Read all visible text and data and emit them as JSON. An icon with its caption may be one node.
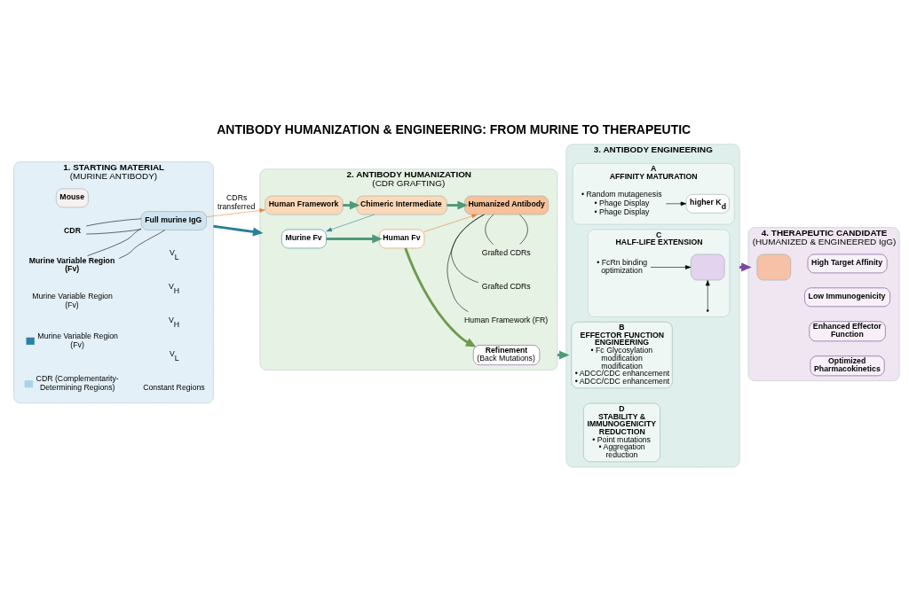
{
  "diagram": {
    "title": "ANTIBODY HUMANIZATION & ENGINEERING: FROM MURINE TO THERAPEUTIC",
    "nodes": [
      {
        "text": [
          "1. STARTING MATERIAL",
          "(MURINE ANTIBODY)"
        ]
      },
      {
        "text": [
          "Mouse"
        ],
        "in": 0
      },
      {
        "text": [
          "Full murine IgG"
        ],
        "in": 0
      },
      {
        "text": [
          "CDR"
        ],
        "in": 0
      },
      {
        "text": [
          "Murine Variable Region (Fv)"
        ],
        "in": 0
      },
      {
        "text": [
          "2. ANTIBODY HUMANIZATION",
          "(CDR GRAFTING)"
        ]
      },
      {
        "text": [
          "Human Framework"
        ],
        "in": 5
      },
      {
        "text": [
          "Chimeric Intermediate"
        ],
        "in": 5
      },
      {
        "text": [
          "Humanized Antibody"
        ],
        "in": 5
      },
      {
        "text": [
          "Grafted CDRs"
        ],
        "in": 5
      },
      {
        "text": [
          "Grafted CDRs"
        ],
        "in": 5
      },
      {
        "text": [
          "Human Framework (FR)"
        ],
        "in": 5
      },
      {
        "text": [
          "Murine Fv"
        ],
        "in": 5
      },
      {
        "text": [
          "Human Fv"
        ],
        "in": 5
      },
      {
        "text": [
          "Refinement",
          "(Back Mutations)"
        ],
        "in": 5
      },
      {
        "text": [
          "3. ANTIBODY ENGINEERING"
        ]
      },
      {
        "text": [
          "A",
          "AFFINITY MATURATION"
        ],
        "in": 15
      },
      {
        "text": [
          "• Random mutagenesis",
          "• Phage Display",
          "• Phage Display"
        ],
        "in": 16
      },
      {
        "text": [
          "higher K$_{d}$"
        ],
        "in": 16
      },
      {
        "text": [
          "B",
          "EFFECTOR FUNCTION ENGINEERING",
          "• Fc Glycosylation modification modification",
          "• ADCC/CDC enhancement",
          "• ADCC/CDC enhancement"
        ],
        "in": 15
      },
      {
        "text": [
          "C",
          "HALF-LIFE EXTENSION"
        ],
        "in": 15
      },
      {
        "text": [
          "• FcRn binding optimization"
        ],
        "in": 20
      },
      {
        "text": [],
        "shape": "box",
        "in": 20
      },
      {
        "text": [
          "D",
          "STABILITY & IMMUNOGENICITY REDUCTION",
          "• Point mutations",
          "• Aggregation reduction"
        ],
        "in": 15
      },
      {
        "text": [
          "4. THERAPEUTIC CANDIDATE",
          "(HUMANIZED & ENGINEERED IgG)"
        ]
      },
      {
        "text": [],
        "shape": "box",
        "in": 24
      },
      {
        "text": [
          "High Target Affinity"
        ],
        "in": 24
      },
      {
        "text": [
          "Low Immunogenicity"
        ],
        "in": 24
      },
      {
        "text": [
          "Enhanced Effector Function"
        ],
        "in": 24
      },
      {
        "text": [
          "Optimized Pharmacokinetics"
        ],
        "in": 24
      }
    ],
    "edges": [
      {
        "from": 0,
        "to": 5,
        "arrow": "to",
        "style": "thick",
        "color": "#2a7f96"
      },
      {
        "from": 2,
        "to": 6,
        "arrow": "to",
        "label": "CDRs transferred",
        "color": "#e8843a"
      },
      {
        "from": 6,
        "to": 7,
        "arrow": "to",
        "style": "thick",
        "color": "#4e9a78"
      },
      {
        "from": 7,
        "to": 8,
        "arrow": "to",
        "style": "thick",
        "color": "#4e9a78"
      },
      {
        "from": 7,
        "to": 12,
        "arrow": "to",
        "color": "#2a7f96"
      },
      {
        "from": 12,
        "to": 13,
        "arrow": "to",
        "style": "thick",
        "color": "#4e9a78"
      },
      {
        "from": 13,
        "to": 14,
        "arrow": "to",
        "style": "thick",
        "color": "#6e9a4e"
      },
      {
        "from": 13,
        "to": 8,
        "arrow": "to",
        "color": "#e8843a"
      },
      {
        "from": 5,
        "to": 15,
        "arrow": "to",
        "style": "thick",
        "color": "#4e9a78"
      },
      {
        "from": 15,
        "to": 24,
        "arrow": "to",
        "style": "thick",
        "color": "#7b4a9c"
      },
      {
        "from": 3,
        "to": 2,
        "arrow": "none"
      },
      {
        "from": 3,
        "to": 2,
        "arrow": "none"
      },
      {
        "from": 4,
        "to": 2,
        "arrow": "none"
      },
      {
        "from": 4,
        "to": 2,
        "arrow": "none"
      },
      {
        "from": 9,
        "to": 8,
        "arrow": "none"
      },
      {
        "from": 9,
        "to": 8,
        "arrow": "none"
      },
      {
        "from": 10,
        "to": 8,
        "arrow": "none"
      },
      {
        "from": 11,
        "to": 8,
        "arrow": "none"
      },
      {
        "from": 17,
        "to": 18,
        "arrow": "to"
      },
      {
        "from": 21,
        "to": 22,
        "arrow": "to"
      },
      {
        "from": 20,
        "to": 22,
        "arrow": "to"
      }
    ],
    "labels": [
      "Murine Variable Region (Fv)",
      "V$_{L}$",
      "V$_{H}$",
      "V$_{H}$",
      "V$_{L}$",
      "Constant Regions"
    ],
    "legend": [
      {
        "text": "Murine Variable Region (Fv)",
        "color": "#2e7fa3"
      },
      {
        "text": "CDR (Complementarity-Determining Regions)",
        "color": "#a9d3e6"
      }
    ]
  }
}
